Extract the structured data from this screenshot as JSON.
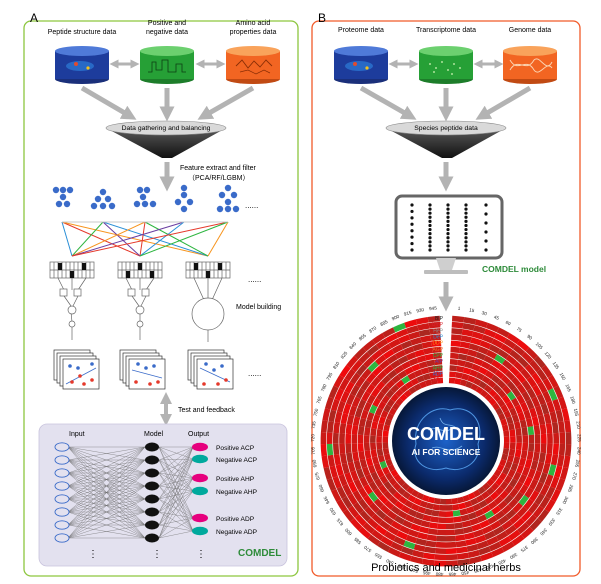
{
  "panel_a": {
    "letter": "A",
    "db_labels": [
      "Peptide structure data",
      "Positive and\nnegative data",
      "Amino acid\nproperties data"
    ],
    "funnel_label": "Data gathering and balancing",
    "feature_label": "Feature extract and filter\n（PCA/RF/LGBM）",
    "ellipsis": "......",
    "model_building": "Model building",
    "test_feedback": "Test and feedback",
    "network": {
      "input_header": "Input",
      "model_header": "Model",
      "output_header": "Output",
      "outputs": [
        "Positive ACP",
        "Negative ACP",
        "Positive AHP",
        "Negative AHP",
        "Positive ADP",
        "Negative ADP"
      ],
      "brand": "COMDEL",
      "vdots": "⋮"
    }
  },
  "panel_b": {
    "letter": "B",
    "db_labels": [
      "Proteome data",
      "Transcriptome data",
      "Genome data"
    ],
    "funnel_label": "Species peptide data",
    "model_label": "COMDEL model",
    "circle_title": "COMDEL",
    "circle_subtitle": "AI FOR SCIENCE",
    "track_labels": [
      "BIP",
      "UmP",
      "HeP",
      "DeP",
      "DDP",
      "AGP",
      "CPP",
      "AIP",
      "AHP",
      "ADP",
      "ACP"
    ],
    "tick_labels": [
      "1",
      "15",
      "30",
      "45",
      "60",
      "75",
      "90",
      "105",
      "120",
      "135",
      "150",
      "165",
      "180",
      "195",
      "210",
      "225",
      "240",
      "255",
      "270",
      "285",
      "300",
      "315",
      "330",
      "345",
      "360",
      "375",
      "390",
      "405",
      "420",
      "435",
      "450",
      "465",
      "480",
      "495",
      "510",
      "525",
      "540",
      "555",
      "570",
      "585",
      "600",
      "615",
      "630",
      "645",
      "660",
      "675",
      "690",
      "705",
      "720",
      "735",
      "750",
      "765",
      "780",
      "795",
      "810",
      "825",
      "840",
      "855",
      "870",
      "885",
      "900",
      "915",
      "930",
      "945"
    ],
    "caption": "Probiotics and medicinal herbs"
  },
  "colors": {
    "panel_a_border": "#8dc63f",
    "panel_b_border": "#f15a29",
    "arrow": "#b3b3b3",
    "brand_green": "#2e8b3a",
    "db_top": "#f7941d",
    "db_side": "#f26522",
    "heat_red": "#e62117",
    "heat_green": "#2db53f",
    "node_blue": "#3a6bc9",
    "positive": "#e6007e",
    "negative": "#00a99d"
  },
  "icons": [
    "database-cylinder",
    "funnel-icon",
    "arrow-down",
    "double-arrow",
    "neural-network",
    "monitor-icon",
    "brain-icon"
  ]
}
